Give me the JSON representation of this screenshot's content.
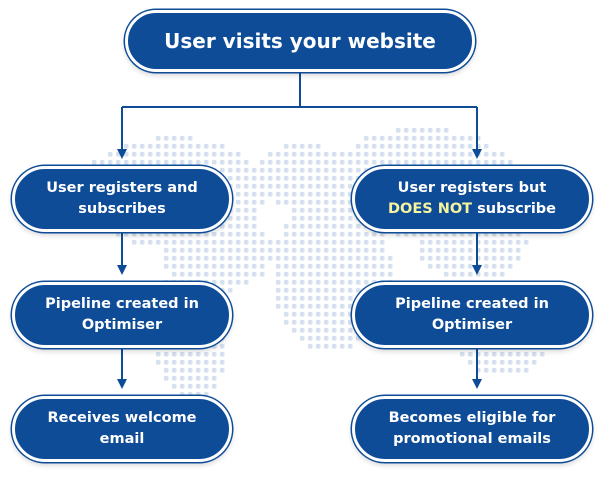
{
  "colors": {
    "node_fill": "#0e4c98",
    "node_border": "#ffffff",
    "connector": "#0e4c98",
    "highlight_text": "#f6f49d",
    "map_dots": "#d6e1ef"
  },
  "nodes": {
    "start": "User visits your website",
    "left": {
      "step1": [
        "User registers and",
        "subscribes"
      ],
      "step2": [
        "Pipeline created in",
        "Optimiser"
      ],
      "step3": [
        "Receives welcome",
        "email"
      ]
    },
    "right": {
      "step1": {
        "line1": "User registers but",
        "highlight": "DOES NOT",
        "line2_rest": " subscribe"
      },
      "step2": [
        "Pipeline created in",
        "Optimiser"
      ],
      "step3": [
        "Becomes eligible for",
        "promotional emails"
      ]
    }
  },
  "icons": {
    "connector_arrow": "arrow-down-icon",
    "background": "world-map-dots"
  }
}
